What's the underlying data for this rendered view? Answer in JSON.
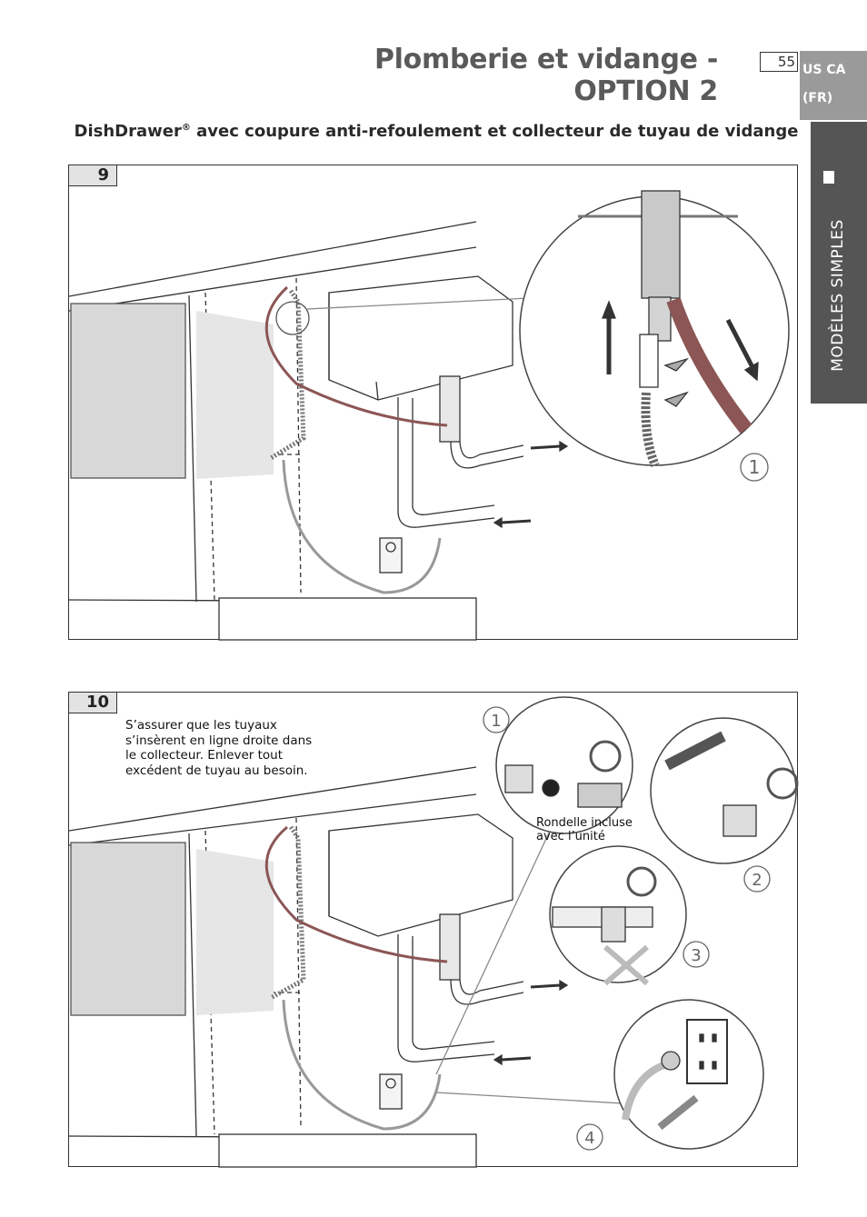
{
  "header": {
    "title": "Plomberie et vidange - OPTION 2",
    "page_number": "55",
    "region_line1": "US CA",
    "region_line2": "(FR)"
  },
  "side_tab": {
    "label": "MODÈLES SIMPLES"
  },
  "subtitle": {
    "text": "DishDrawer",
    "registered": "®",
    "rest": " avec coupure anti-refoulement et collecteur de tuyau de vidange"
  },
  "step9": {
    "number": "9",
    "callout": "1"
  },
  "step10": {
    "number": "10",
    "note": "S’assurer que les tuyaux s’insèrent en ligne droite dans le collecteur. Enlever tout excédent de tuyau au besoin.",
    "washer_label": "Rondelle incluse avec l’unité",
    "callouts": [
      "1",
      "2",
      "3",
      "4"
    ]
  },
  "colors": {
    "side_tab": "#555555",
    "region_box": "#9a9a9a",
    "hose_red": "#8c5656"
  }
}
